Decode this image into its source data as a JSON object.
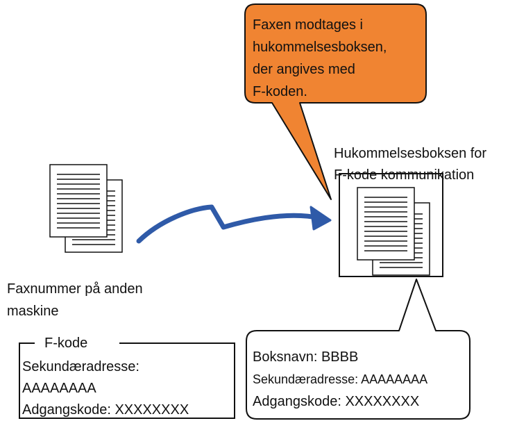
{
  "callout": {
    "lines": [
      "Faxen modtages i",
      "hukommelsesboksen,",
      "der angives med",
      "F-koden."
    ],
    "fill": "#F08432"
  },
  "memory_box_label": {
    "lines": [
      "Hukommelsesboksen for",
      "F-kode kommunikation"
    ]
  },
  "sender_label": {
    "lines": [
      "Faxnummer på anden",
      "maskine"
    ]
  },
  "fcode_box": {
    "legend": "F-kode",
    "lines": [
      "Sekundæradresse:",
      "AAAAAAAA",
      "Adgangskode: XXXXXXXX"
    ]
  },
  "memory_box_info": {
    "lines": [
      "Boksnavn: BBBB",
      "Sekundæradresse: AAAAAAAA",
      "Adgangskode: XXXXXXXX"
    ]
  },
  "arrow_color": "#2F5AA8"
}
